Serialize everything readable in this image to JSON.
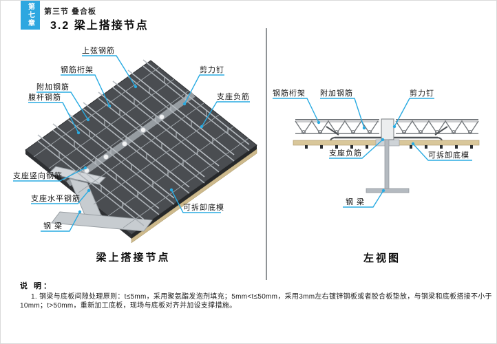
{
  "page": {
    "chapter_tab": "第七章",
    "section_label": "第三节 叠合板",
    "title": "3.2 梁上搭接节点"
  },
  "left_panel": {
    "caption": "梁上搭接节点",
    "labels": {
      "top_chord_rebar": "上弦钢筋",
      "rebar_truss": "钢筋桁架",
      "additional_rebar": "附加钢筋",
      "web_rebar": "腹杆钢筋",
      "shear_stud": "剪力钉",
      "support_negative_rebar": "支座负筋",
      "support_vertical_rebar": "支座竖向钢筋",
      "support_horizontal_rebar": "支座水平钢筋",
      "steel_beam": "钢 梁",
      "removable_formwork": "可拆卸底模"
    }
  },
  "right_panel": {
    "caption": "左视图",
    "labels": {
      "rebar_truss": "钢筋桁架",
      "additional_rebar": "附加钢筋",
      "shear_stud": "剪力钉",
      "support_negative_rebar": "支座负筋",
      "removable_formwork": "可拆卸底模",
      "steel_beam": "钢 梁"
    }
  },
  "notes": {
    "heading": "说 明：",
    "item1": "1. 钢梁与底板间隙处理原则：t≤5mm，采用聚氨酯发泡剂填充；5mm<t≤50mm，采用3mm左右镀锌钢板或者胶合板垫放，与钢梁和底板搭接不小于10mm；t>50mm，重新加工底板，现场与底板对齐并加设支撑措施。"
  },
  "colors": {
    "accent_blue": "#2da7e0",
    "leader_cyan": "#29abe2",
    "slab_dark": "#4a4d51",
    "steel_gray": "#b9bec3",
    "formwork_tan": "#d9c79a"
  }
}
